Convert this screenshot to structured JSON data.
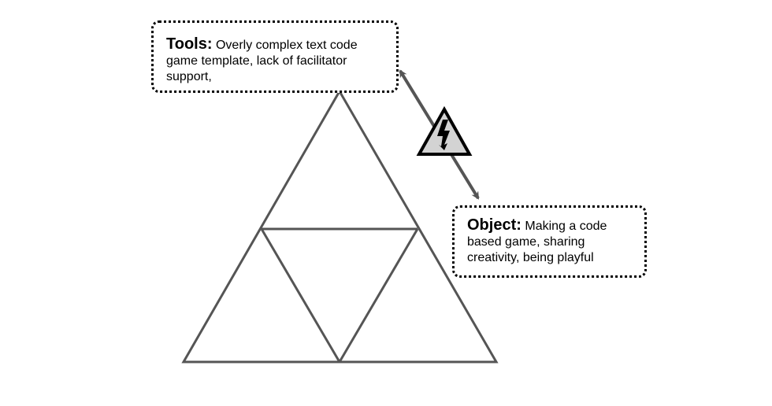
{
  "tools": {
    "heading": "Tools:",
    "text": "Overly complex text code game template, lack of facilitator support,"
  },
  "object": {
    "heading": "Object:",
    "text": "Making a code based game, sharing creativity, being playful"
  },
  "colors": {
    "line": "#555555",
    "warning_fill": "#d3d3d3",
    "warning_stroke": "#000000"
  },
  "icons": {
    "contradiction": "high-voltage-warning-icon"
  }
}
